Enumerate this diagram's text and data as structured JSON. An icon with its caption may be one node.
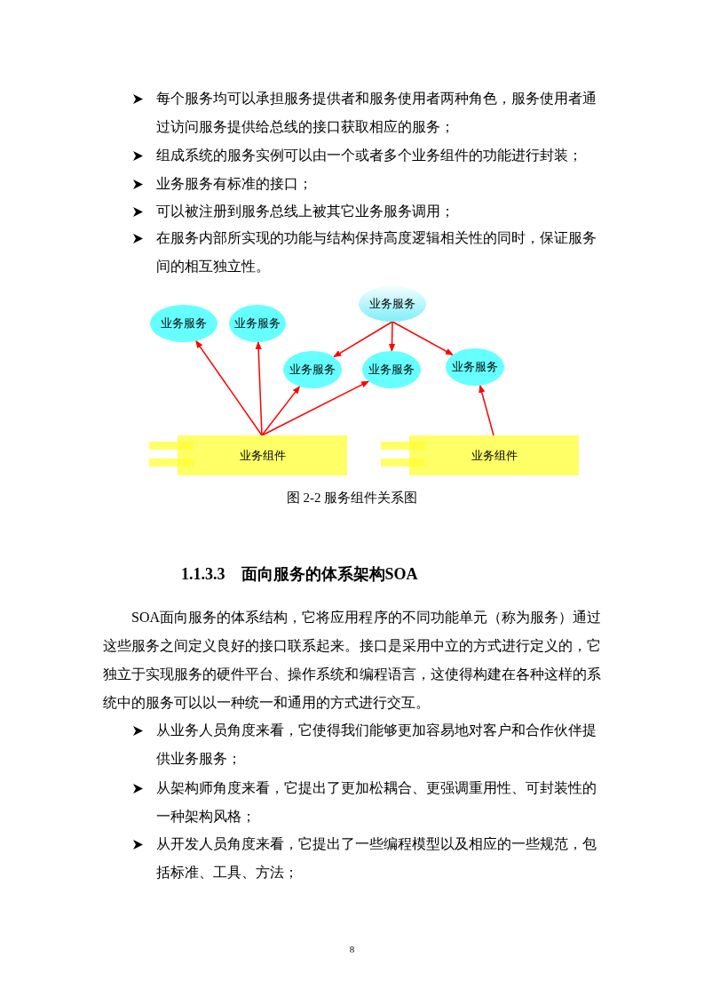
{
  "diagram": {
    "caption": "图 2-2 服务组件关系图",
    "nodes": [
      {
        "text": [
          "业务服务"
        ]
      },
      {
        "text": [
          "业务服务"
        ]
      },
      {
        "text": [
          "业务服务"
        ]
      },
      {
        "text": [
          "业务服务"
        ]
      },
      {
        "text": [
          "业务服务"
        ]
      },
      {
        "text": [
          "业务服务"
        ]
      },
      {
        "text": [
          "业务组件"
        ]
      },
      {
        "text": [
          "业务组件"
        ]
      }
    ],
    "edges": [
      {
        "from": 6,
        "to": 1,
        "arrow": "to"
      },
      {
        "from": 6,
        "to": 2,
        "arrow": "to"
      },
      {
        "from": 6,
        "to": 3,
        "arrow": "to"
      },
      {
        "from": 6,
        "to": 4,
        "arrow": "to"
      },
      {
        "from": 0,
        "to": 3,
        "arrow": "to"
      },
      {
        "from": 0,
        "to": 4,
        "arrow": "to"
      },
      {
        "from": 0,
        "to": 5,
        "arrow": "to"
      },
      {
        "from": 7,
        "to": 5,
        "arrow": "to"
      }
    ],
    "labels": [
      "每个服务均可以承担服务提供者和服务使用者两种角色，服务使用者通过访问服务提供给总线的接口获取相应的服务；",
      "组成系统的服务实例可以由一个或者多个业务组件的功能进行封装；",
      "业务服务有标准的接口；",
      "可以被注册到服务总线上被其它业务服务调用；",
      "在服务内部所实现的功能与结构保持高度逻辑相关性的同时，保证服务间的相互独立性。",
      "1.1.3.3　面向服务的体系架构SOA",
      "SOA面向服务的体系结构，它将应用程序的不同功能单元（称为服务）通过这些服务之间定义良好的接口联系起来。接口是采用中立的方式进行定义的，它独立于实现服务的硬件平台、操作系统和编程语言，这使得构建在各种这样的系统中的服务可以以一种统一和通用的方式进行交互。",
      "从业务人员角度来看，它使得我们能够更加容易地对客户和合作伙伴提供业务服务；",
      "从架构师角度来看，它提出了更加松耦合、更强调重用性、可封装性的一种架构风格；",
      "从开发人员角度来看，它提出了一些编程模型以及相应的一些规范，包括标准、工具、方法；",
      "8"
    ]
  }
}
